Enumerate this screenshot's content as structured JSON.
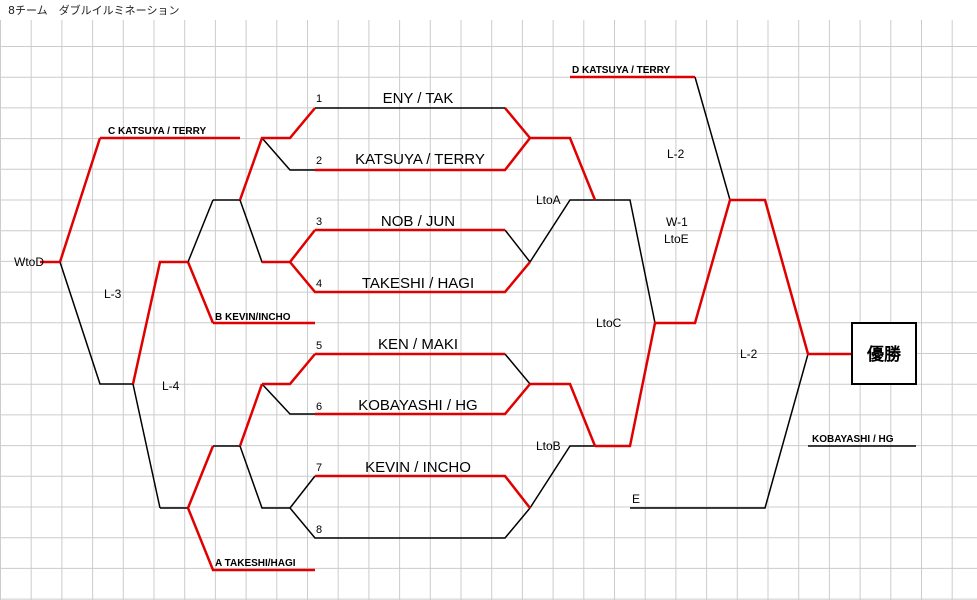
{
  "title": "8チーム　ダブルイルミネーション",
  "colors": {
    "win": "#e00000",
    "loss": "#000000",
    "grid": "#cccccc"
  },
  "teams": [
    {
      "num": "1",
      "name": "ENY / TAK"
    },
    {
      "num": "2",
      "name": "KATSUYA / TERRY"
    },
    {
      "num": "3",
      "name": "NOB / JUN"
    },
    {
      "num": "4",
      "name": "TAKESHI / HAGI"
    },
    {
      "num": "5",
      "name": "KEN / MAKI"
    },
    {
      "num": "6",
      "name": "KOBAYASHI / HG"
    },
    {
      "num": "7",
      "name": "KEVIN / INCHO"
    },
    {
      "num": "8",
      "name": ""
    }
  ],
  "slots": {
    "a": "A  TAKESHI/HAGI",
    "b": "B  KEVIN/INCHO",
    "c": "C  KATSUYA / TERRY",
    "d": "D  KATSUYA / TERRY",
    "e": "E",
    "runner_up": "KOBAYASHI / HG"
  },
  "labels": {
    "wtod": "WtoD",
    "l3": "L-3",
    "l4": "L-4",
    "ltoa": "LtoA",
    "ltob": "LtoB",
    "ltoc": "LtoC",
    "l2_top": "L-2",
    "w1": "W-1",
    "ltoe": "LtoE",
    "l2_mid": "L-2"
  },
  "champion": "優勝"
}
